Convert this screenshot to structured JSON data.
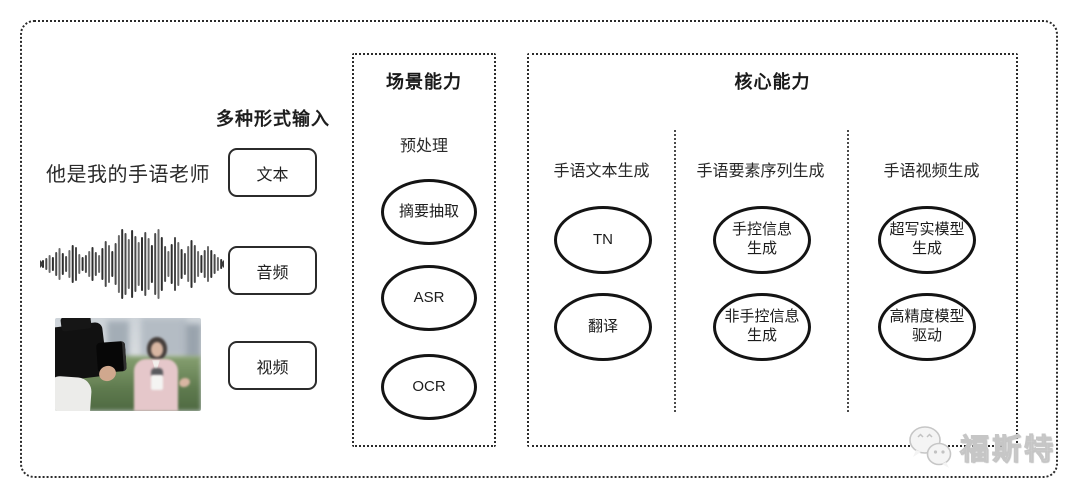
{
  "colors": {
    "frame_border": "#2b2b2b",
    "node_border": "#141414",
    "text": "#222222",
    "watermark": "#d9d9d9"
  },
  "input_section": {
    "header": "多种形式输入",
    "text_example": "他是我的手语老师",
    "audio_icon": "audio-waveform-icon",
    "video_thumbnail": "reporter-interview-photo",
    "input_types": [
      {
        "label": "文本"
      },
      {
        "label": "音频"
      },
      {
        "label": "视频"
      }
    ]
  },
  "scene_box": {
    "title": "场景能力",
    "stage_label": "预处理",
    "nodes": [
      {
        "label": "摘要抽取"
      },
      {
        "label": "ASR"
      },
      {
        "label": "OCR"
      }
    ]
  },
  "core_box": {
    "title": "核心能力",
    "columns": [
      {
        "header": "手语文本生成",
        "nodes": [
          {
            "label": "TN"
          },
          {
            "label": "翻译"
          }
        ]
      },
      {
        "header": "手语要素序列生成",
        "nodes": [
          {
            "label": "手控信息\n生成"
          },
          {
            "label": "非手控信息\n生成"
          }
        ]
      },
      {
        "header": "手语视频生成",
        "nodes": [
          {
            "label": "超写实模型\n生成"
          },
          {
            "label": "高精度模型\n驱动"
          }
        ]
      }
    ]
  },
  "watermark": {
    "logo": "wechat-bubbles-icon",
    "text": "福斯特"
  }
}
